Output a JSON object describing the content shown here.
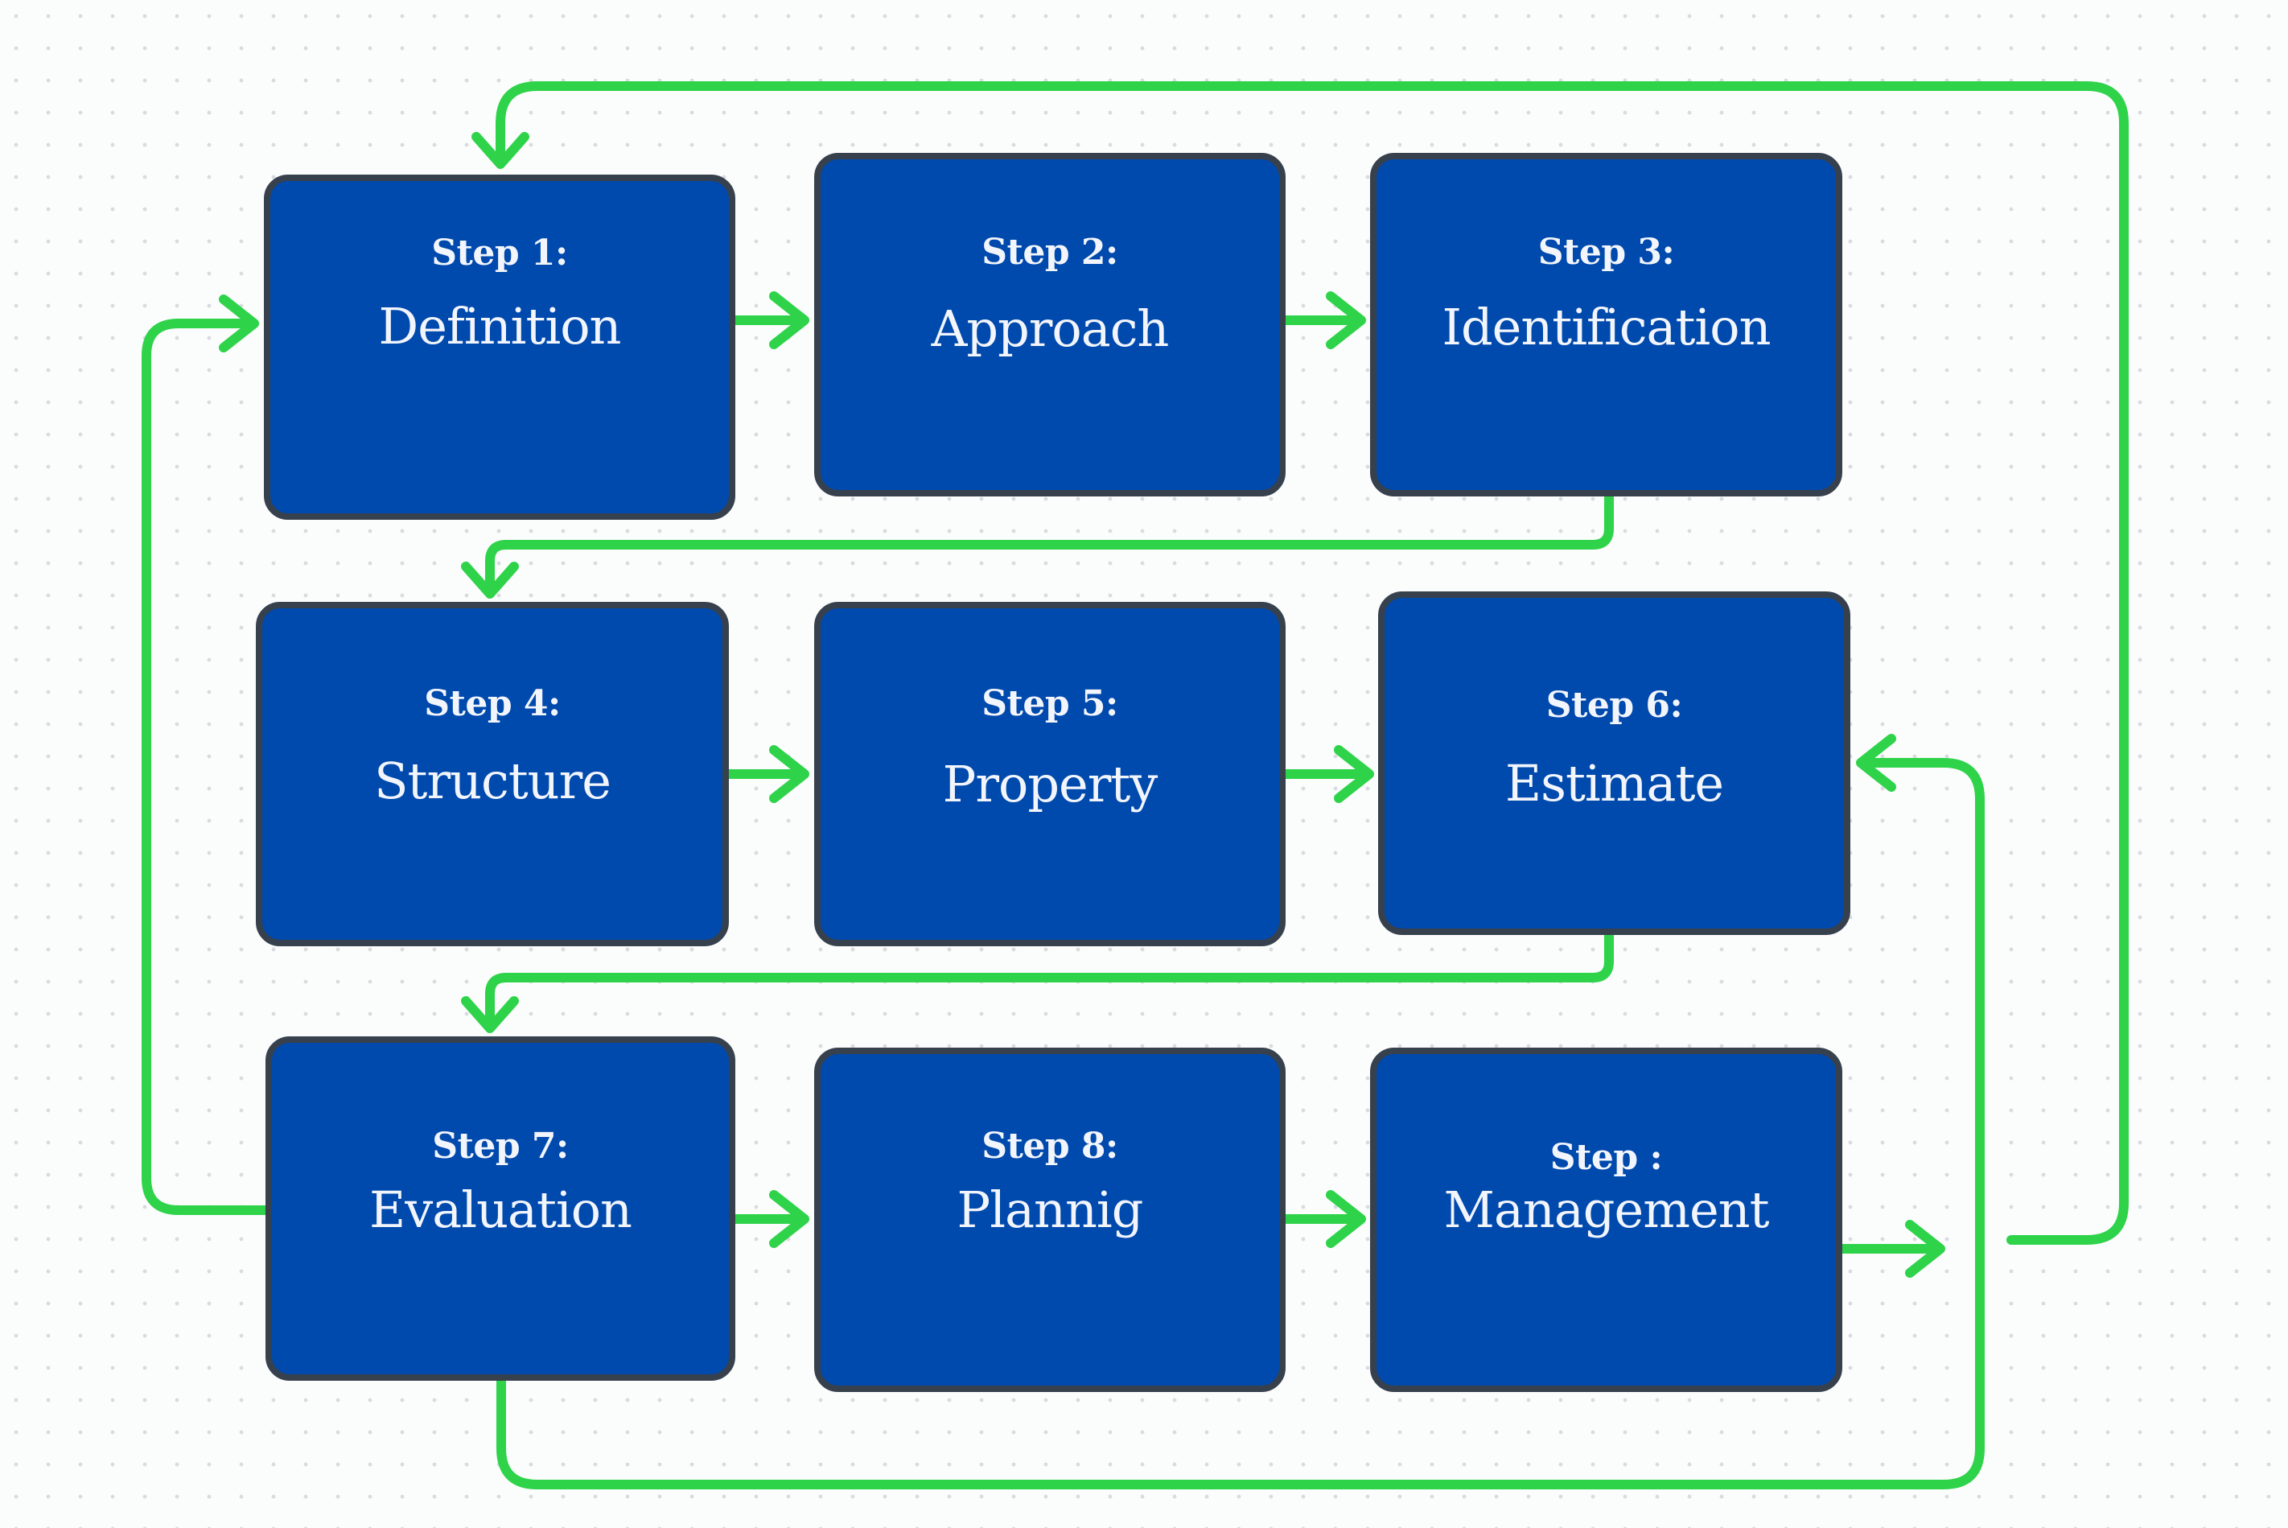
{
  "colors": {
    "background": "#fbfcfc",
    "grid_dot": "#d9dcdf",
    "box_fill": "#0049ad",
    "box_border": "#37414d",
    "box_text": "#f2f5fb",
    "arrow": "#2ed34a"
  },
  "steps": [
    {
      "label": "Step 1:",
      "name": "Definition"
    },
    {
      "label": "Step 2:",
      "name": "Approach"
    },
    {
      "label": "Step 3:",
      "name": "Identification"
    },
    {
      "label": "Step 4:",
      "name": "Structure"
    },
    {
      "label": "Step 5:",
      "name": "Property"
    },
    {
      "label": "Step 6:",
      "name": "Estimate"
    },
    {
      "label": "Step 7:",
      "name": "Evaluation"
    },
    {
      "label": "Step 8:",
      "name": "Plannig"
    },
    {
      "label": "Step :",
      "name": "Management"
    }
  ],
  "connections": [
    {
      "from": "Step 1",
      "to": "Step 2"
    },
    {
      "from": "Step 2",
      "to": "Step 3"
    },
    {
      "from": "Step 3",
      "to": "Step 4"
    },
    {
      "from": "Step 4",
      "to": "Step 5"
    },
    {
      "from": "Step 5",
      "to": "Step 6"
    },
    {
      "from": "Step 6",
      "to": "Step 7"
    },
    {
      "from": "Step 7",
      "to": "Step 8"
    },
    {
      "from": "Step 8",
      "to": "Step 9"
    },
    {
      "from": "Step 9",
      "to": "Step 1"
    },
    {
      "from": "Step 7",
      "to": "Step 1"
    },
    {
      "from": "Step 7",
      "to": "Step 6"
    }
  ]
}
